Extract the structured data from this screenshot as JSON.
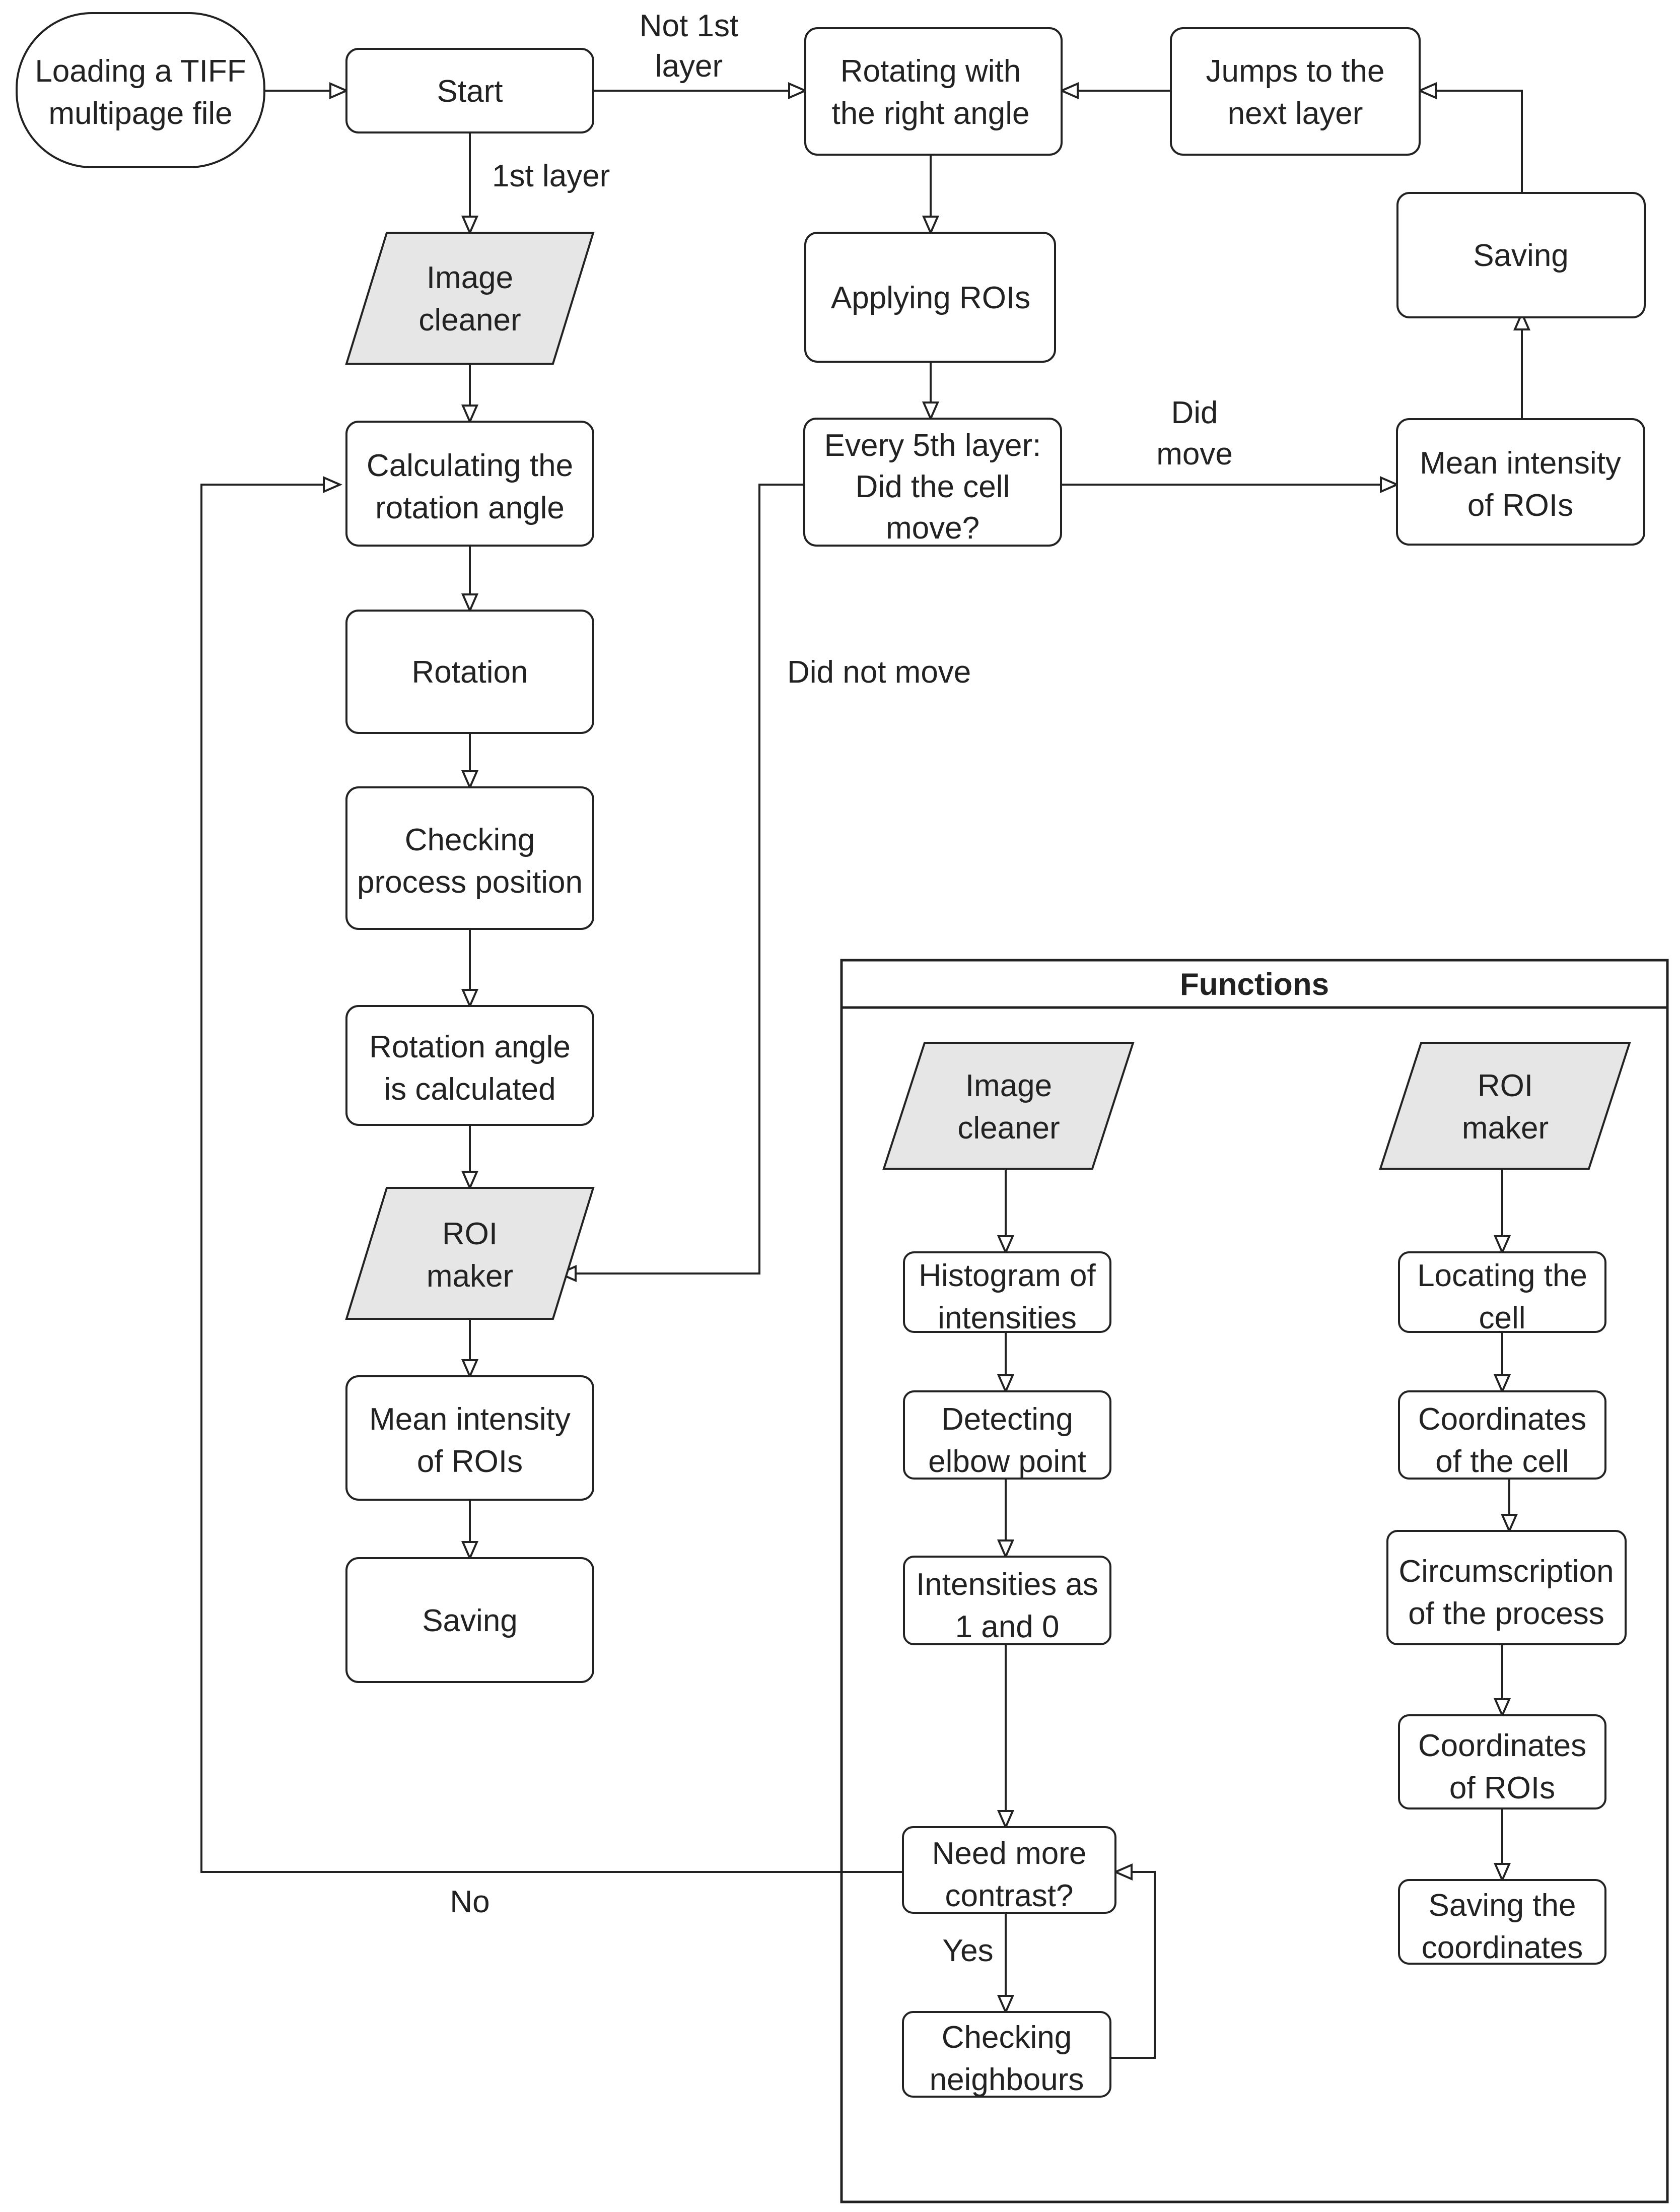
{
  "main_flow": {
    "loading": "Loading a TIFF multipage file",
    "start": "Start",
    "image_cleaner": "Image cleaner",
    "calc_angle": "Calculating the rotation angle",
    "rotation": "Rotation",
    "checking_position": "Checking process position",
    "angle_calculated": "Rotation angle is calculated",
    "roi_maker": "ROI maker",
    "mean_intensity": "Mean intensity of ROIs",
    "saving": "Saving"
  },
  "later_flow": {
    "rotating": "Rotating with the right angle",
    "applying_rois": "Applying ROIs",
    "every_5th": "Every 5th layer: Did the cell move?",
    "mean_intensity": "Mean intensity of ROIs",
    "saving": "Saving",
    "jumps": "Jumps to the next layer"
  },
  "edge_labels": {
    "not_first": "Not 1st layer",
    "first": "1st layer",
    "did_move": "Did move",
    "did_not_move": "Did not move",
    "no": "No",
    "yes": "Yes"
  },
  "functions": {
    "title": "Functions",
    "cleaner": {
      "header": "Image cleaner",
      "histogram": "Histogram of intensities",
      "elbow": "Detecting elbow point",
      "binary": "Intensities as 1 and 0",
      "contrast": "Need more contrast?",
      "neighbours": "Checking neighbours"
    },
    "roi": {
      "header": "ROI maker",
      "locating": "Locating the cell",
      "coords_cell": "Coordinates of the cell",
      "circumscription": "Circumscription of the process",
      "coords_rois": "Coordinates of ROIs",
      "saving_coords": "Saving the coordinates"
    }
  },
  "colors": {
    "stroke": "#222222",
    "io_fill": "#e6e6e6",
    "box_fill": "#ffffff"
  }
}
